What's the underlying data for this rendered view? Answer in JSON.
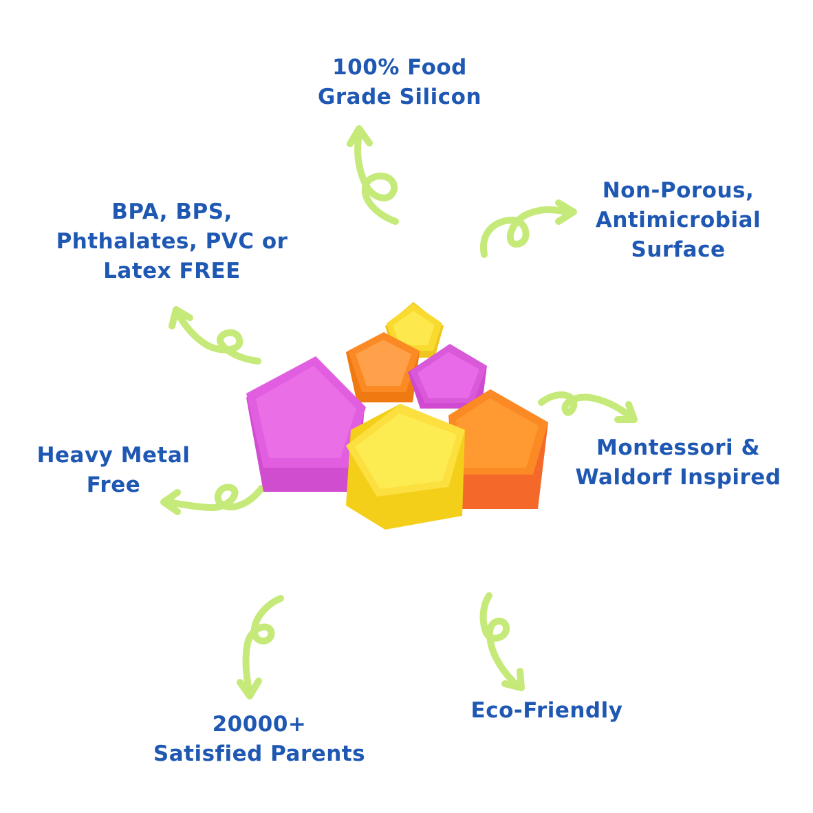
{
  "features": {
    "food_grade": {
      "line1": "100% Food",
      "line2": "Grade Silicon"
    },
    "non_porous": {
      "line1": "Non-Porous,",
      "line2": "Antimicrobial",
      "line3": "Surface"
    },
    "bpa_free": {
      "line1": "BPA, BPS,",
      "line2": "Phthalates, PVC or",
      "line3": "Latex FREE"
    },
    "heavy_metal": {
      "line1": "Heavy Metal",
      "line2": "Free"
    },
    "montessori": {
      "line1": "Montessori &",
      "line2": "Waldorf Inspired"
    },
    "parents": {
      "line1": "20000+",
      "line2": "Satisfied Parents"
    },
    "eco": {
      "line1": "Eco-Friendly"
    }
  },
  "colors": {
    "text": "#1f58b3",
    "arrow": "#c6ea7a",
    "magenta": "#e25ee0",
    "yellow": "#fde64a",
    "orange": "#fb8a24"
  },
  "icons": [
    "curly-arrow-icon",
    "pentagon-cup"
  ]
}
